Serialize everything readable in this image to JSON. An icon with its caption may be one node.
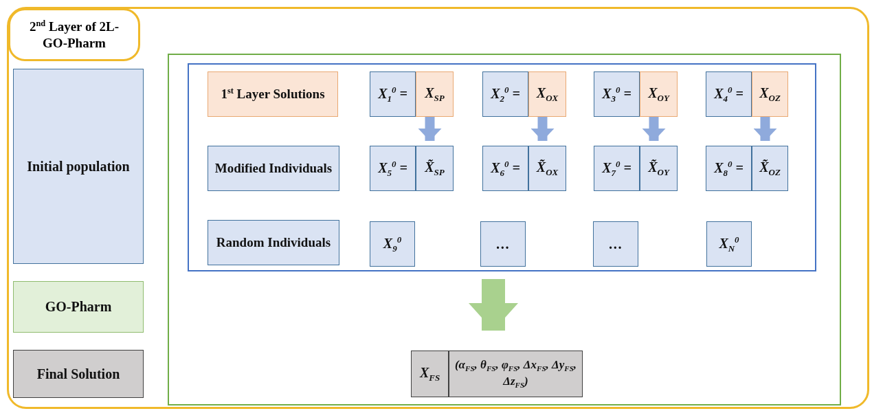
{
  "diagram": {
    "nodes": [
      {
        "text": [
          "2$^{nd}$ Layer of 2L-GO-Pharm"
        ]
      },
      {
        "text": [
          "Initial population"
        ],
        "in": 0
      },
      {
        "text": [
          "GO-Pharm"
        ],
        "in": 0
      },
      {
        "text": [
          "Final Solution"
        ],
        "in": 0
      },
      {
        "text": [],
        "shape": "box",
        "in": 0
      },
      {
        "text": [],
        "shape": "box",
        "in": 4
      },
      {
        "text": [
          "1$^{st}$ Layer Solutions"
        ],
        "in": 5
      },
      {
        "text": [
          "X$_{1}$$^{0}$ ="
        ],
        "in": 5
      },
      {
        "text": [
          "X$_{SP}$"
        ],
        "in": 5
      },
      {
        "text": [
          "X$_{2}$$^{0}$ ="
        ],
        "in": 5
      },
      {
        "text": [
          "X$_{OX}$"
        ],
        "in": 5
      },
      {
        "text": [
          "X$_{3}$$^{0}$ ="
        ],
        "in": 5
      },
      {
        "text": [
          "X$_{OY}$"
        ],
        "in": 5
      },
      {
        "text": [
          "X$_{4}$$^{0}$ ="
        ],
        "in": 5
      },
      {
        "text": [
          "X$_{OZ}$"
        ],
        "in": 5
      },
      {
        "text": [
          "Modified Individuals"
        ],
        "in": 5
      },
      {
        "text": [
          "X$_{5}$$^{0}$ ="
        ],
        "in": 5
      },
      {
        "text": [
          "X̃$_{SP}$"
        ],
        "in": 5
      },
      {
        "text": [
          "X$_{6}$$^{0}$ ="
        ],
        "in": 5
      },
      {
        "text": [
          "X̃$_{OX}$"
        ],
        "in": 5
      },
      {
        "text": [
          "X$_{7}$$^{0}$ ="
        ],
        "in": 5
      },
      {
        "text": [
          "X̃$_{OY}$"
        ],
        "in": 5
      },
      {
        "text": [
          "X$_{8}$$^{0}$ ="
        ],
        "in": 5
      },
      {
        "text": [
          "X̃$_{OZ}$"
        ],
        "in": 5
      },
      {
        "text": [
          "Random Individuals"
        ],
        "in": 5
      },
      {
        "text": [
          "X$_{9}$$^{0}$"
        ],
        "in": 5
      },
      {
        "text": [
          "…"
        ],
        "in": 5
      },
      {
        "text": [
          "…"
        ],
        "in": 5
      },
      {
        "text": [
          "X$_{N}$$^{0}$"
        ],
        "in": 5
      },
      {
        "text": [
          "X$_{FS}$"
        ],
        "in": 4
      },
      {
        "text": [
          "(α$_{FS}$, θ$_{FS}$, φ$_{FS}$, Δx$_{FS}$, Δy$_{FS}$, Δz$_{FS}$)"
        ],
        "in": 4
      }
    ],
    "edges": [
      {
        "from": 8,
        "to": 17,
        "arrow": "to"
      },
      {
        "from": 10,
        "to": 19,
        "arrow": "to"
      },
      {
        "from": 12,
        "to": 21,
        "arrow": "to"
      },
      {
        "from": 14,
        "to": 23,
        "arrow": "to"
      },
      {
        "from": 5,
        "to": 30,
        "arrow": "to",
        "style": "thick",
        "color": "#a9d18e"
      }
    ]
  }
}
